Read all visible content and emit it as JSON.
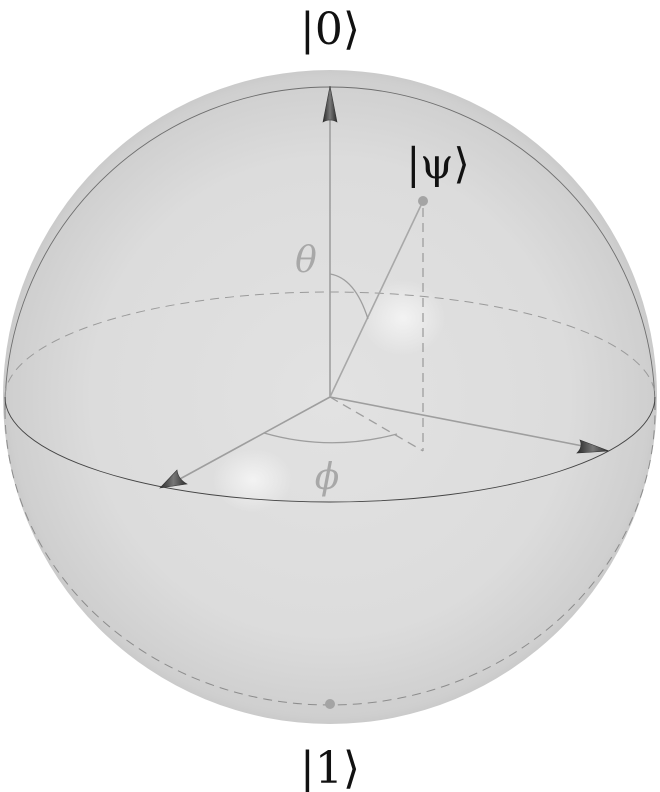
{
  "labels": {
    "ket_zero": "|0⟩",
    "ket_one": "|1⟩",
    "ket_psi": "|ψ⟩",
    "theta": "θ",
    "phi": "ϕ"
  },
  "colors": {
    "sphere_fill": "#e0e0e0",
    "sphere_edge": "#bdbdbd",
    "axis_line": "#9e9e9e",
    "arrow_head": "#424242",
    "dashed_line": "#9e9e9e",
    "equator_front": "#333333",
    "angle_label": "#a8a8a8",
    "ket_label": "#111111"
  }
}
